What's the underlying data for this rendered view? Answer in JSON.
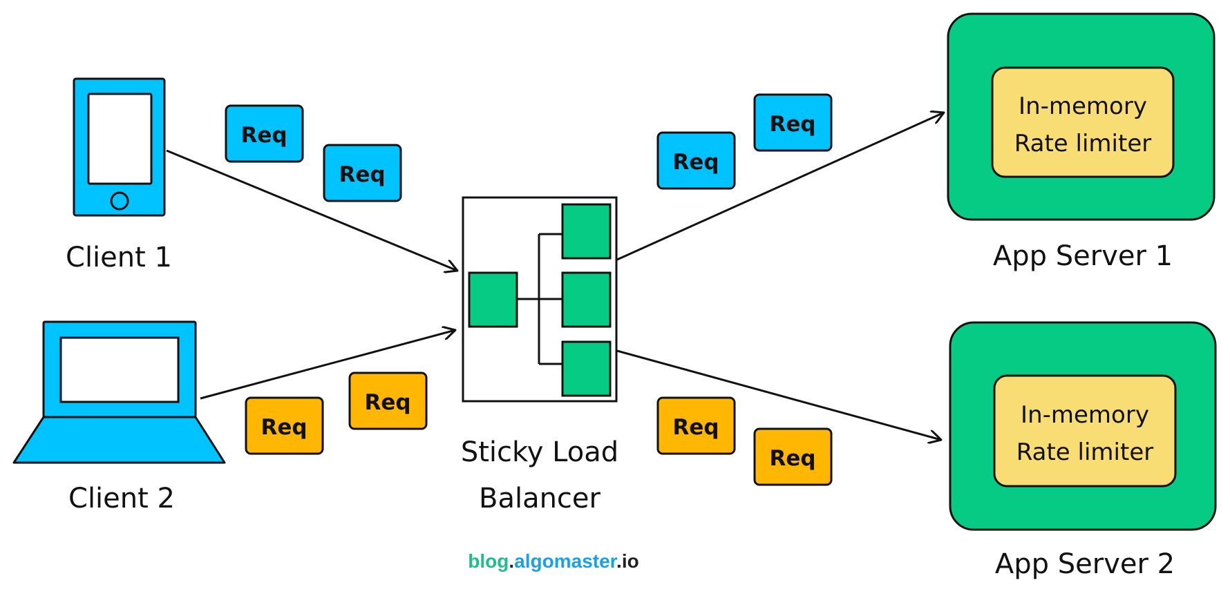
{
  "colors": {
    "blue": "#00c3ff",
    "orange": "#ffb703",
    "green": "#06cb85",
    "yellow": "#f8dc74",
    "ink": "#111111",
    "watermark_green": "#1dbf8a",
    "watermark_blue": "#1aa0e6",
    "watermark_dark": "#222222"
  },
  "nodes": {
    "client1": {
      "label": "Client 1",
      "icon": "smartphone-icon"
    },
    "client2": {
      "label": "Client 2",
      "icon": "laptop-icon"
    },
    "load_balancer": {
      "label_line1": "Sticky Load",
      "label_line2": "Balancer"
    },
    "server1": {
      "label": "App Server 1",
      "inner_line1": "In-memory",
      "inner_line2": "Rate limiter"
    },
    "server2": {
      "label": "App Server 2",
      "inner_line1": "In-memory",
      "inner_line2": "Rate limiter"
    }
  },
  "request_label": "Req",
  "watermark": {
    "part1": "blog",
    "dot1": ".",
    "part2": "algomaster",
    "dot2": ".",
    "part3": "io"
  }
}
